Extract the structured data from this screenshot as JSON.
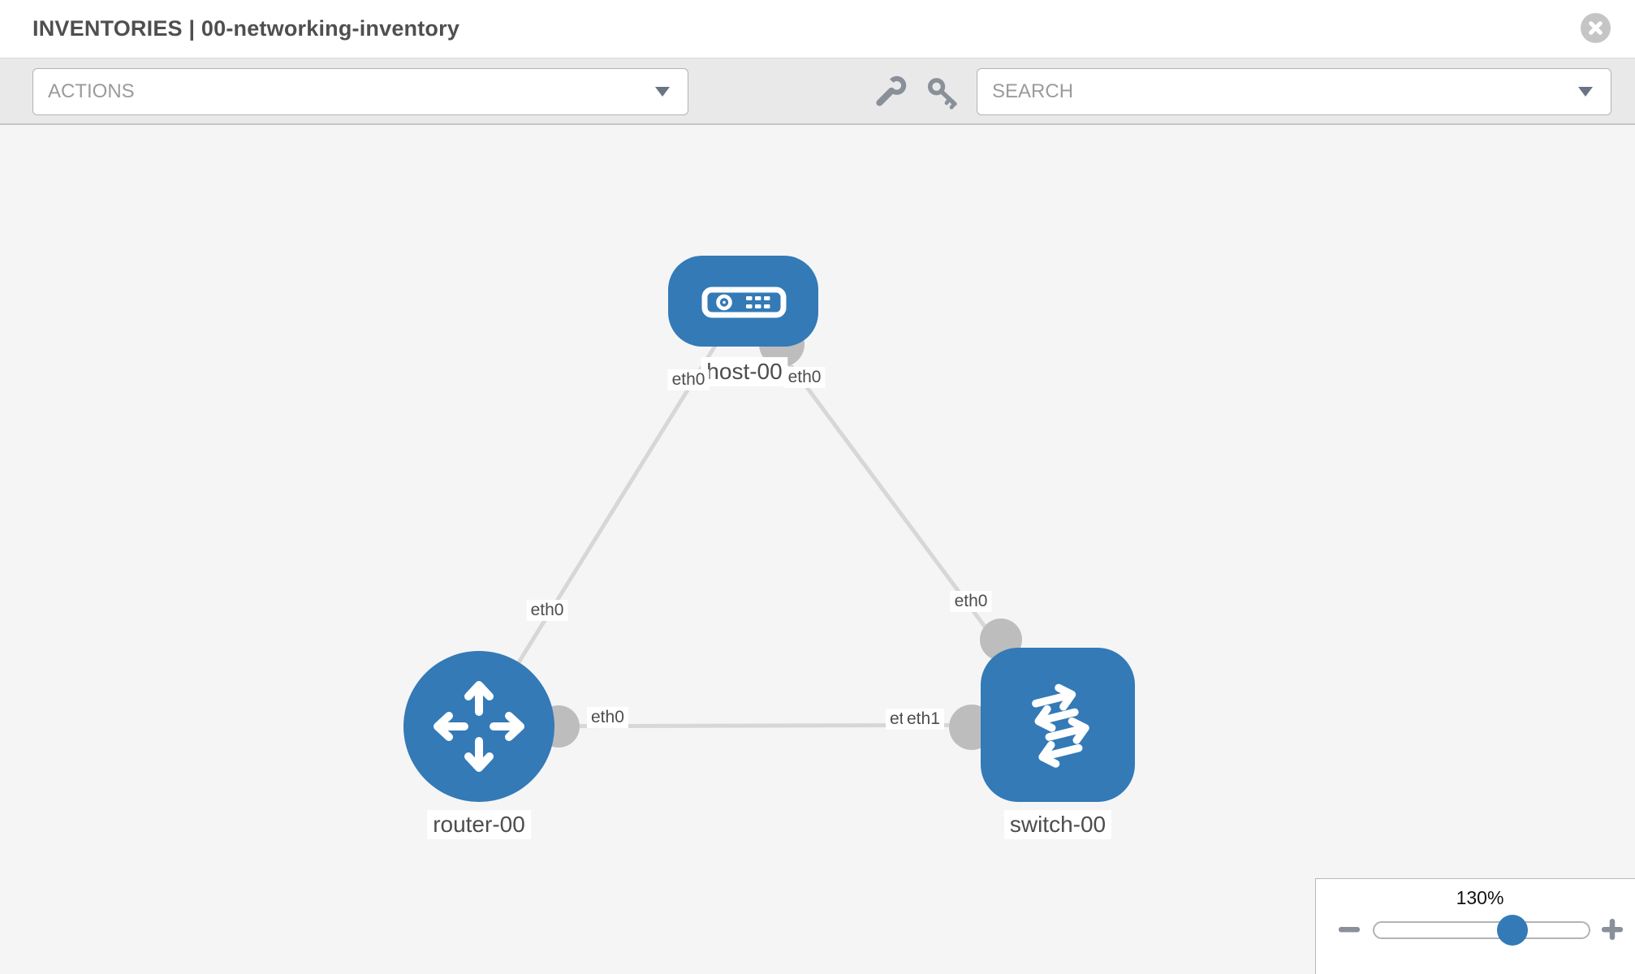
{
  "header": {
    "title": "INVENTORIES | 00-networking-inventory"
  },
  "toolbar": {
    "actions_label": "ACTIONS",
    "search_label": "SEARCH",
    "icons": [
      "wrench-icon",
      "key-icon"
    ]
  },
  "topology": {
    "nodes": [
      {
        "id": "host-00",
        "type": "host",
        "label": "host-00"
      },
      {
        "id": "router-00",
        "type": "router",
        "label": "router-00"
      },
      {
        "id": "switch-00",
        "type": "switch",
        "label": "switch-00"
      }
    ],
    "links": [
      {
        "source": "host-00",
        "source_interface": "eth0",
        "target": "router-00",
        "target_interface": "eth0"
      },
      {
        "source": "host-00",
        "source_interface": "eth0",
        "target": "switch-00",
        "target_interface": "eth0"
      },
      {
        "source": "router-00",
        "source_interface": "eth0",
        "target": "switch-00",
        "target_interface": "eth1"
      }
    ],
    "interface_labels": [
      {
        "text": "eth0",
        "link": 0,
        "side": "host-00"
      },
      {
        "text": "eth0",
        "link": 1,
        "side": "host-00"
      },
      {
        "text": "eth0",
        "link": 0,
        "side": "router-00"
      },
      {
        "text": "eth0",
        "link": 1,
        "side": "switch-00"
      },
      {
        "text": "eth0",
        "link": 2,
        "side": "router-00"
      },
      {
        "text": "eth0",
        "link": 2,
        "side": "switch-00 (partially hidden)"
      },
      {
        "text": "eth1",
        "link": 2,
        "side": "switch-00"
      }
    ]
  },
  "zoom_control": {
    "level": "130%",
    "percent": 130
  },
  "colors": {
    "node_blue": "#337ab7",
    "link_gray": "#d7d7d7",
    "connector_gray": "#bdbdbd",
    "canvas_bg": "#f5f5f6",
    "toolbar_bg": "#e9e9e9"
  }
}
